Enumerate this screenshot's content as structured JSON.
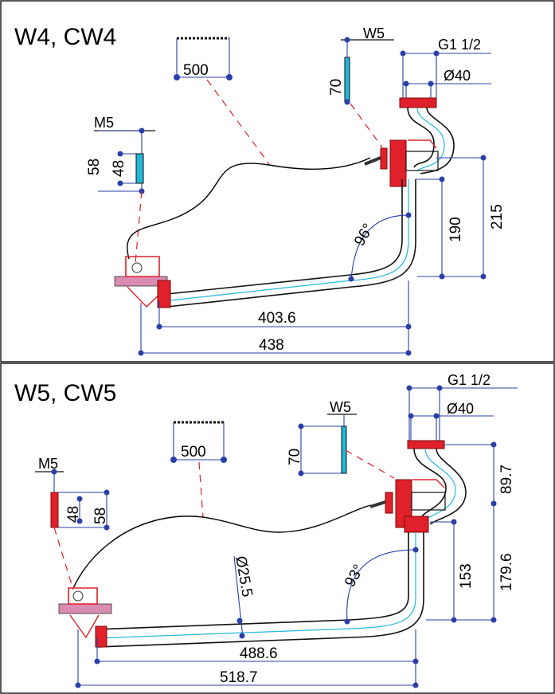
{
  "panels": [
    {
      "title": "W4, CW4",
      "hose_length": "500",
      "mount_label": "M5",
      "mount_outer": "58",
      "mount_inner": "48",
      "washer_label": "W5",
      "washer_height": "70",
      "thread": "G1 1/2",
      "diameter": "Ø40",
      "angle": "96°",
      "vertical_upper": "215",
      "vertical_lower": "190",
      "length_inner": "403.6",
      "length_outer": "438"
    },
    {
      "title": "W5, CW5",
      "hose_length": "500",
      "mount_label": "M5",
      "mount_outer": "58",
      "mount_inner": "48",
      "washer_label": "W5",
      "washer_height": "70",
      "thread": "G1 1/2",
      "diameter": "Ø40",
      "angle": "93°",
      "pipe_diameter": "Ø25.5",
      "vertical_upper": "179.6",
      "vertical_lower": "153",
      "vertical_top": "89.7",
      "length_inner": "488.6",
      "length_outer": "518.7"
    }
  ],
  "colors": {
    "dimension": "#2b3fa8",
    "leader": "#e0202a",
    "pipe_core": "#23b8d8",
    "fitting": "#e0202a"
  }
}
